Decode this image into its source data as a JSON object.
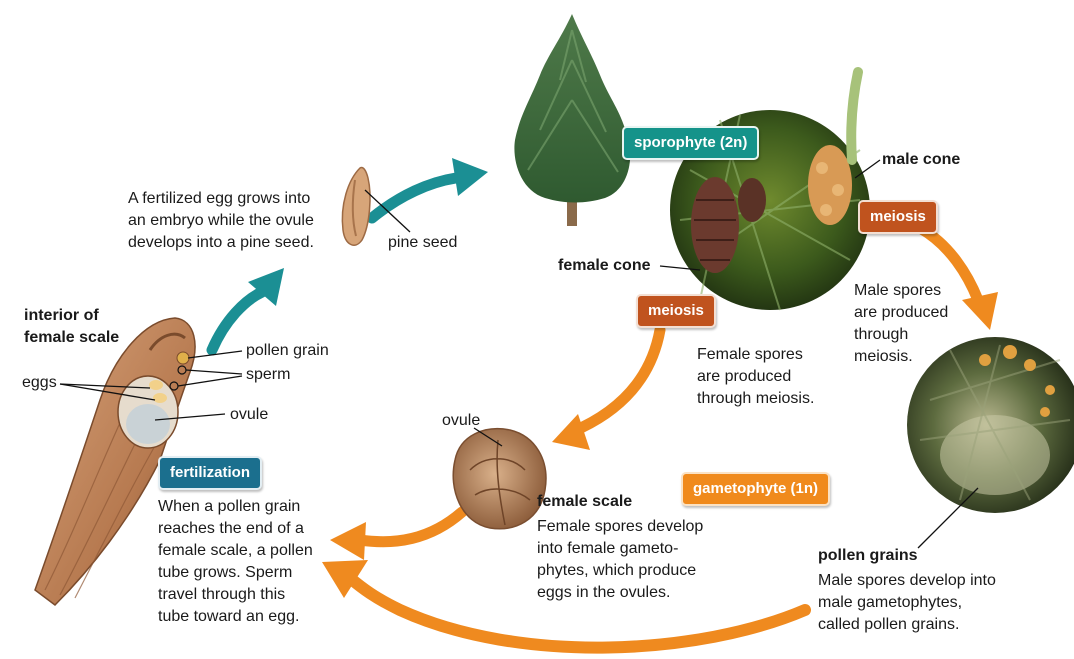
{
  "colors": {
    "teal_arrow": "#1b8f94",
    "orange_arrow": "#ef8a1f",
    "sporophyte_badge": "#15938a",
    "meiosis_badge": "#c0531e",
    "fertilization_badge": "#1b6f8e",
    "gametophyte_badge": "#f08a1c"
  },
  "badges": {
    "sporophyte": "sporophyte (2n)",
    "meiosis_male": "meiosis",
    "meiosis_female": "meiosis",
    "fertilization": "fertilization",
    "gametophyte": "gametophyte (1n)"
  },
  "labels": {
    "pine_seed": "pine seed",
    "male_cone": "male cone",
    "female_cone": "female cone",
    "ovule_top": "ovule",
    "interior_line1": "interior of",
    "interior_line2": "female scale",
    "pollen_grain": "pollen grain",
    "sperm": "sperm",
    "eggs": "eggs",
    "ovule_scale": "ovule",
    "female_scale": "female scale",
    "pollen_grains": "pollen grains"
  },
  "texts": {
    "embryo": [
      "A fertilized egg grows into",
      "an embryo while the ovule",
      "develops into a pine seed."
    ],
    "male_spores": [
      "Male spores",
      "are produced",
      "through",
      "meiosis."
    ],
    "female_spores": [
      "Female spores",
      "are produced",
      "through meiosis."
    ],
    "fertilization_desc": [
      "When a pollen grain",
      "reaches the end of a",
      "female scale, a pollen",
      "tube grows. Sperm",
      "travel through this",
      "tube toward an egg."
    ],
    "female_scale_desc": [
      "Female spores develop",
      "into female gameto-",
      "phytes, which produce",
      "eggs in the ovules."
    ],
    "pollen_desc": [
      "Male spores develop into",
      "male gametophytes,",
      "called pollen grains."
    ]
  }
}
